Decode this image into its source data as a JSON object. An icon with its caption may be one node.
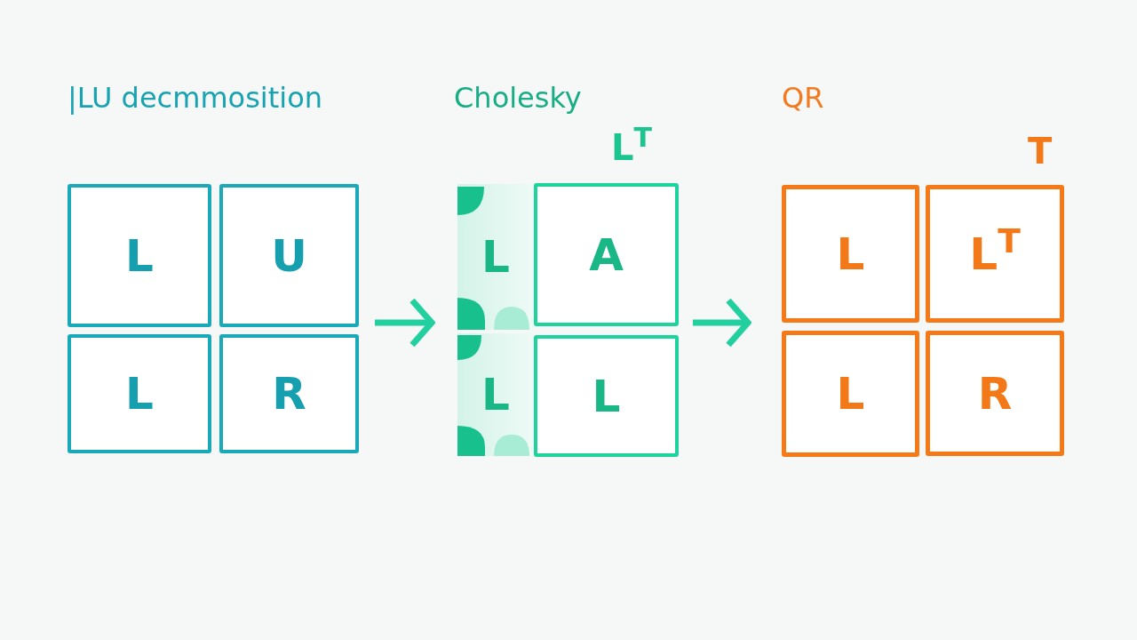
{
  "diagram": {
    "nodes": [
      {
        "text": [
          "|LU decmmosition"
        ]
      },
      {
        "text": [
          "L"
        ],
        "in": 0
      },
      {
        "text": [
          "U"
        ],
        "in": 0
      },
      {
        "text": [
          "L"
        ],
        "in": 0
      },
      {
        "text": [
          "R"
        ],
        "in": 0
      },
      {
        "text": [
          "Cholesky"
        ]
      },
      {
        "text": [
          "L"
        ],
        "in": 5
      },
      {
        "text": [
          "A"
        ],
        "in": 5,
        "beside": [
          "L$^{T}$"
        ]
      },
      {
        "text": [
          "L"
        ],
        "in": 5
      },
      {
        "text": [
          "L"
        ],
        "in": 5
      },
      {
        "text": [
          "QR"
        ]
      },
      {
        "text": [
          "L"
        ],
        "in": 10
      },
      {
        "text": [
          "L$^{T}$"
        ],
        "in": 10,
        "beside": [
          "T"
        ]
      },
      {
        "text": [
          "L"
        ],
        "in": 10
      },
      {
        "text": [
          "R"
        ],
        "in": 10
      }
    ],
    "edges": [
      {
        "from": 0,
        "to": 5,
        "arrow": "to"
      },
      {
        "from": 5,
        "to": 10,
        "arrow": "to"
      }
    ]
  }
}
